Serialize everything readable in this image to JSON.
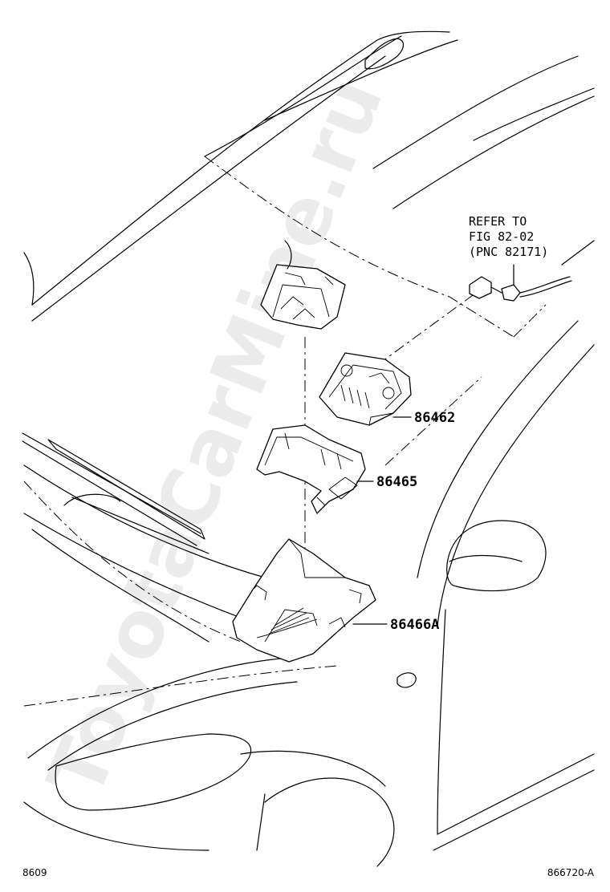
{
  "watermark": "ToyotaCarMine.ru",
  "reference": {
    "line1": "REFER TO",
    "line2": "FIG 82-02",
    "line3": "(PNC 82171)"
  },
  "callouts": [
    {
      "id": "p1",
      "label": "86462"
    },
    {
      "id": "p2",
      "label": "86465"
    },
    {
      "id": "p3",
      "label": "86466A"
    }
  ],
  "footer": {
    "left": "8609",
    "right": "866720-A"
  }
}
